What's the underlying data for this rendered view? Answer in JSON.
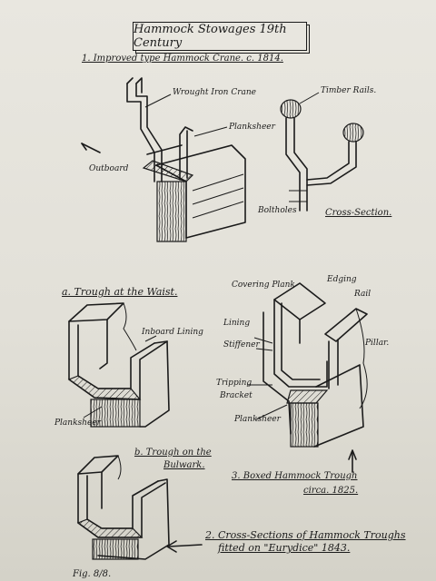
{
  "title": "Hammock Stowages 19th Century",
  "section1_heading": "1. Improved type Hammock Crane. c. 1814.",
  "labels": {
    "wrought_iron_crane": "Wrought Iron Crane",
    "timber_rails": "Timber Rails.",
    "plank_sheer_top": "Planksheer",
    "outboard": "Outboard",
    "boltholes": "Boltholes",
    "cross_section": "Cross-Section.",
    "trough_waist": "a. Trough at the Waist.",
    "inboard_lining": "Inboard Lining",
    "planksheer_a": "Planksheer",
    "trough_bulwark_line1": "b. Trough on the",
    "trough_bulwark_line2": "Bulwark.",
    "covering_plank": "Covering Plank",
    "edging": "Edging",
    "rail": "Rail",
    "lining": "Lining",
    "stiffener": "Stiffener",
    "pillar": "Pillar.",
    "tripping_bracket_line1": "Tripping",
    "tripping_bracket_line2": "Bracket",
    "planksheer_3": "Planksheer",
    "boxed_trough_line1": "3. Boxed Hammock Trough",
    "boxed_trough_line2": "circa. 1825.",
    "cross_sections_line1": "2. Cross-Sections of Hammock Troughs",
    "cross_sections_line2": "fitted on \"Eurydice\" 1843.",
    "fig": "Fig. 8/8."
  }
}
